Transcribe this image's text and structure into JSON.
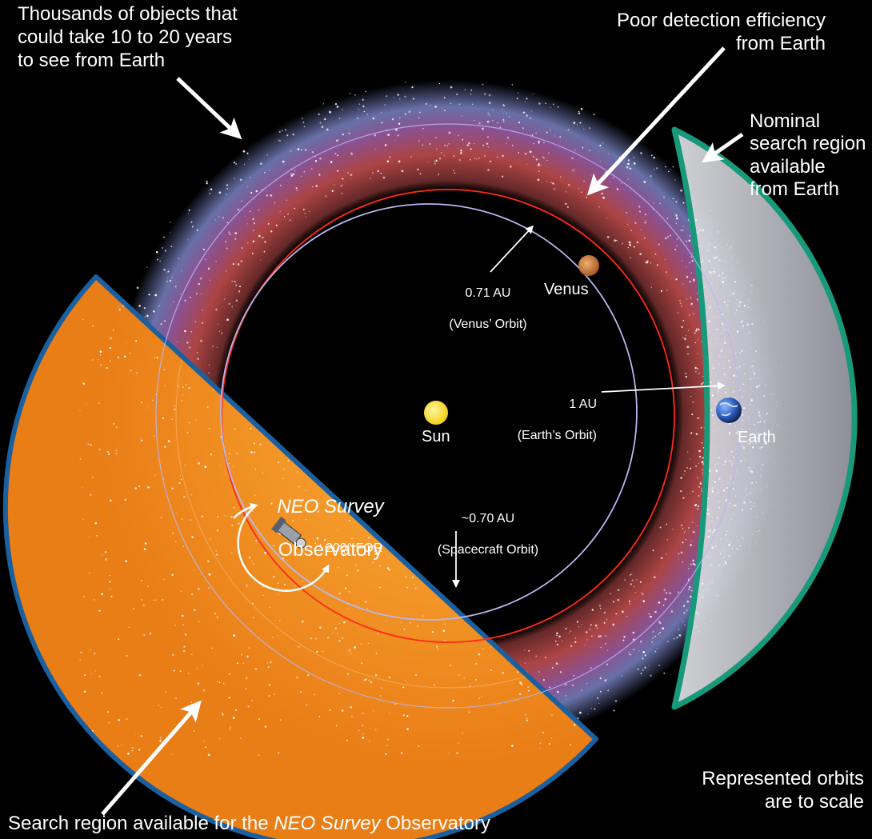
{
  "colors": {
    "background": "#000000",
    "outer_belt": "#7a84c4",
    "inner_belt": "#b54848",
    "observatory_region": "#f08a1e",
    "observatory_border": "#1a5fa0",
    "earth_region": "#c8cad0",
    "earth_border": "#17997a",
    "venus_orbit": "#ff2a1a",
    "earth_orbit": "#b9b6f0",
    "sun": "#ffe23a"
  },
  "icons": {
    "sun": "sun-icon",
    "venus": "venus-planet-icon",
    "earth": "earth-planet-icon",
    "spacecraft": "spacecraft-icon"
  },
  "labels": {
    "thousands": "Thousands of objects that\ncould take 10 to 20 years\nto see from Earth",
    "poor_detection": "Poor detection efficiency\nfrom Earth",
    "nominal_region": "Nominal\nsearch region\navailable\nfrom Earth",
    "venus_orbit_value": "0.71 AU",
    "venus_orbit_caption": "(Venus’ Orbit)",
    "venus": "Venus",
    "earth_orbit_value": "1 AU",
    "earth_orbit_caption": "(Earth’s Orbit)",
    "earth": "Earth",
    "sun": "Sun",
    "observatory_name": "NEO Survey",
    "observatory_word": "Observatory",
    "spacecraft_orbit_value": "~0.70 AU",
    "spacecraft_orbit_caption": "(Spacecraft Orbit)",
    "field_of_regard": "200° FOR",
    "search_region_prefix": "Search region available for the ",
    "search_region_name": "NEO Survey",
    "search_region_suffix": " Observatory",
    "scale_note": "Represented orbits\nare to scale"
  }
}
